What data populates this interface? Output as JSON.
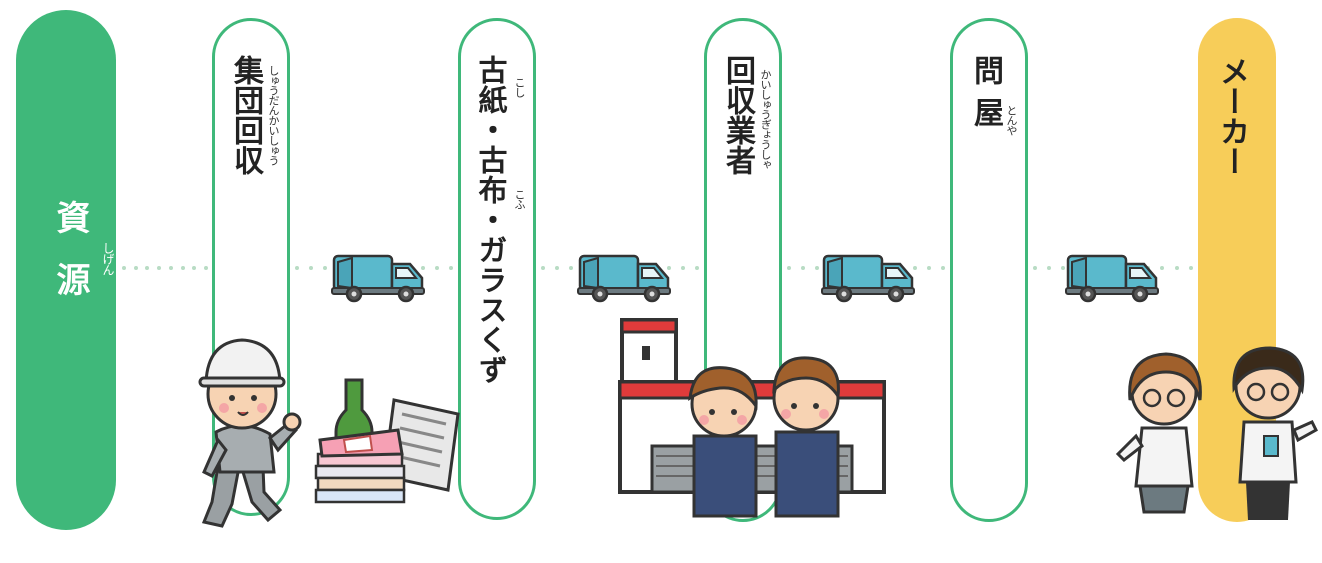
{
  "colors": {
    "green": "#3fb87a",
    "yellow": "#f7cd59",
    "truck": "#5ab9cc",
    "dots": "#b8dcc4"
  },
  "stages": [
    {
      "label": "資源",
      "ruby": "しげん"
    },
    {
      "label": "集団回収",
      "ruby": "しゅうだんかいしゅう"
    },
    {
      "label": "古紙・古布・ガラスくず",
      "ruby_1": "こし",
      "ruby_2": "こふ"
    },
    {
      "label": "回収業者",
      "ruby": "かいしゅうぎょうしゃ"
    },
    {
      "label": "問屋",
      "ruby": "とんや"
    },
    {
      "label": "メーカー"
    }
  ],
  "icons": [
    "garbage-truck-icon",
    "worker-illustration",
    "recyclables-illustration",
    "facility-illustration",
    "manufacturer-staff-illustration"
  ]
}
